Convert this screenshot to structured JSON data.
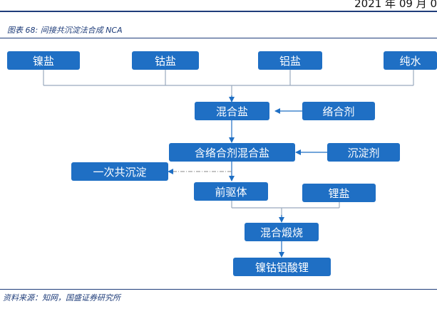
{
  "header": {
    "date_text": "2021 年 09 月 0"
  },
  "figure": {
    "title": "图表 68:  间接共沉淀法合成 NCA"
  },
  "nodes": {
    "nickel_salt": "镍盐",
    "cobalt_salt": "钴盐",
    "aluminum_salt": "铝盐",
    "pure_water": "纯水",
    "mixed_salt": "混合盐",
    "complexing_agent": "络合剂",
    "complex_mixed_salt": "含络合剂混合盐",
    "precipitant": "沉淀剂",
    "primary_coprecipitation": "一次共沉淀",
    "precursor": "前驱体",
    "lithium_salt": "锂盐",
    "mixed_calcination": "混合煅烧",
    "nca": "镍钴铝酸锂"
  },
  "footer": {
    "source": "资料来源：知网，国盛证券研究所"
  },
  "colors": {
    "node_fill": "#1f6fc4",
    "line": "#9aa9bd",
    "arrow": "#1f6fc4",
    "brand": "#1f3d7a"
  }
}
